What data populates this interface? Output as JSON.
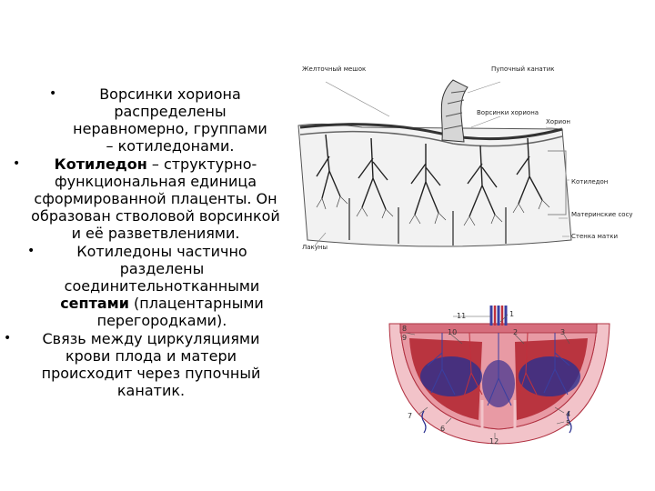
{
  "bullets": [
    {
      "text": "Ворсинки хориона распределены неравномерно, группами – котиледонами."
    },
    {
      "bold": "Котиледон",
      "rest": " – структурно-функциональная единица сформированной плаценты. Он образован стволовой ворсинкой и её разветвлениями."
    },
    {
      "pre": "Котиледоны частично разделены соединительнотканными ",
      "bold": "септами",
      "post": " (плацентарными перегородками)."
    },
    {
      "text": "Связь между циркуляциями крови плода и матери происходит через пупочный канатик."
    }
  ],
  "figure_top": {
    "labels": {
      "yolk_sac": "Желточный мешок",
      "umbilical_cord": "Пупочный канатик",
      "chorionic_villi": "Ворсинки хориона",
      "chorion": "Хорион",
      "cotyledon": "Котиледон",
      "maternal_vessels": "Материнские сосуды",
      "uterine_wall": "Стенка матки",
      "lacunae": "Лакуны"
    }
  },
  "figure_bottom": {
    "numbers": [
      "11",
      "1",
      "8",
      "9",
      "10",
      "2",
      "3",
      "4",
      "5",
      "7",
      "6",
      "12"
    ],
    "colors": {
      "tissue": "#e89aa4",
      "blood": "#b0222e",
      "venous": "#2a2f8f",
      "wall": "#f2c3c9"
    }
  }
}
